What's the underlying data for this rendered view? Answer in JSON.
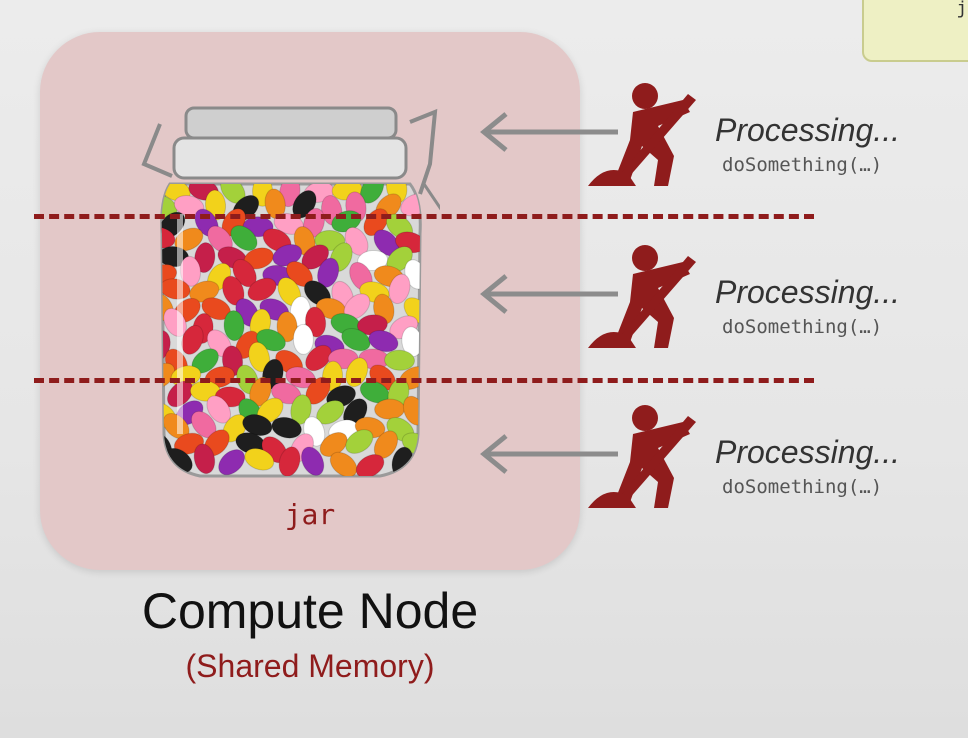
{
  "corner_note": {
    "text": "jo"
  },
  "diagram": {
    "jar_label": "jar",
    "title": "Compute Node",
    "subtitle": "(Shared Memory)"
  },
  "workers": [
    {
      "status": "Processing...",
      "call": "doSomething(…)"
    },
    {
      "status": "Processing...",
      "call": "doSomething(…)"
    },
    {
      "status": "Processing...",
      "call": "doSomething(…)"
    }
  ],
  "colors": {
    "accent": "#8f1c1c",
    "node_background": "#e3c8c8",
    "arrow": "#8c8c8c",
    "note_background": "#eef0c4"
  },
  "icons": {
    "worker": "digging-worker-icon",
    "arrow": "arrow-left-icon",
    "jar": "jellybean-jar-icon"
  }
}
